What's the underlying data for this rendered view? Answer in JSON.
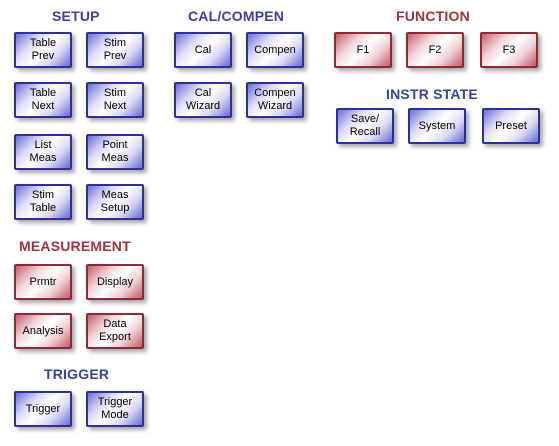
{
  "setup": {
    "title": "SETUP",
    "keys": [
      "Table\nPrev",
      "Stim\nPrev",
      "Table\nNext",
      "Stim\nNext",
      "List\nMeas",
      "Point\nMeas",
      "Stim\nTable",
      "Meas\nSetup"
    ]
  },
  "measurement": {
    "title": "MEASUREMENT",
    "keys": [
      "Prmtr",
      "Display",
      "Analysis",
      "Data\nExport"
    ]
  },
  "trigger": {
    "title": "TRIGGER",
    "keys": [
      "Trigger",
      "Trigger\nMode"
    ]
  },
  "cal_compen": {
    "title": "CAL/COMPEN",
    "keys": [
      "Cal",
      "Compen",
      "Cal\nWizard",
      "Compen\nWizard"
    ]
  },
  "function": {
    "title": "FUNCTION",
    "keys": [
      "F1",
      "F2",
      "F3"
    ]
  },
  "instr_state": {
    "title": "INSTR STATE",
    "keys": [
      "Save/\nRecall",
      "System",
      "Preset"
    ]
  },
  "colors": {
    "blue_title": "#3a3fa3",
    "red_title": "#a3313b",
    "blue_key_border": "#2d2f9a",
    "red_key_border": "#8e2a33"
  }
}
